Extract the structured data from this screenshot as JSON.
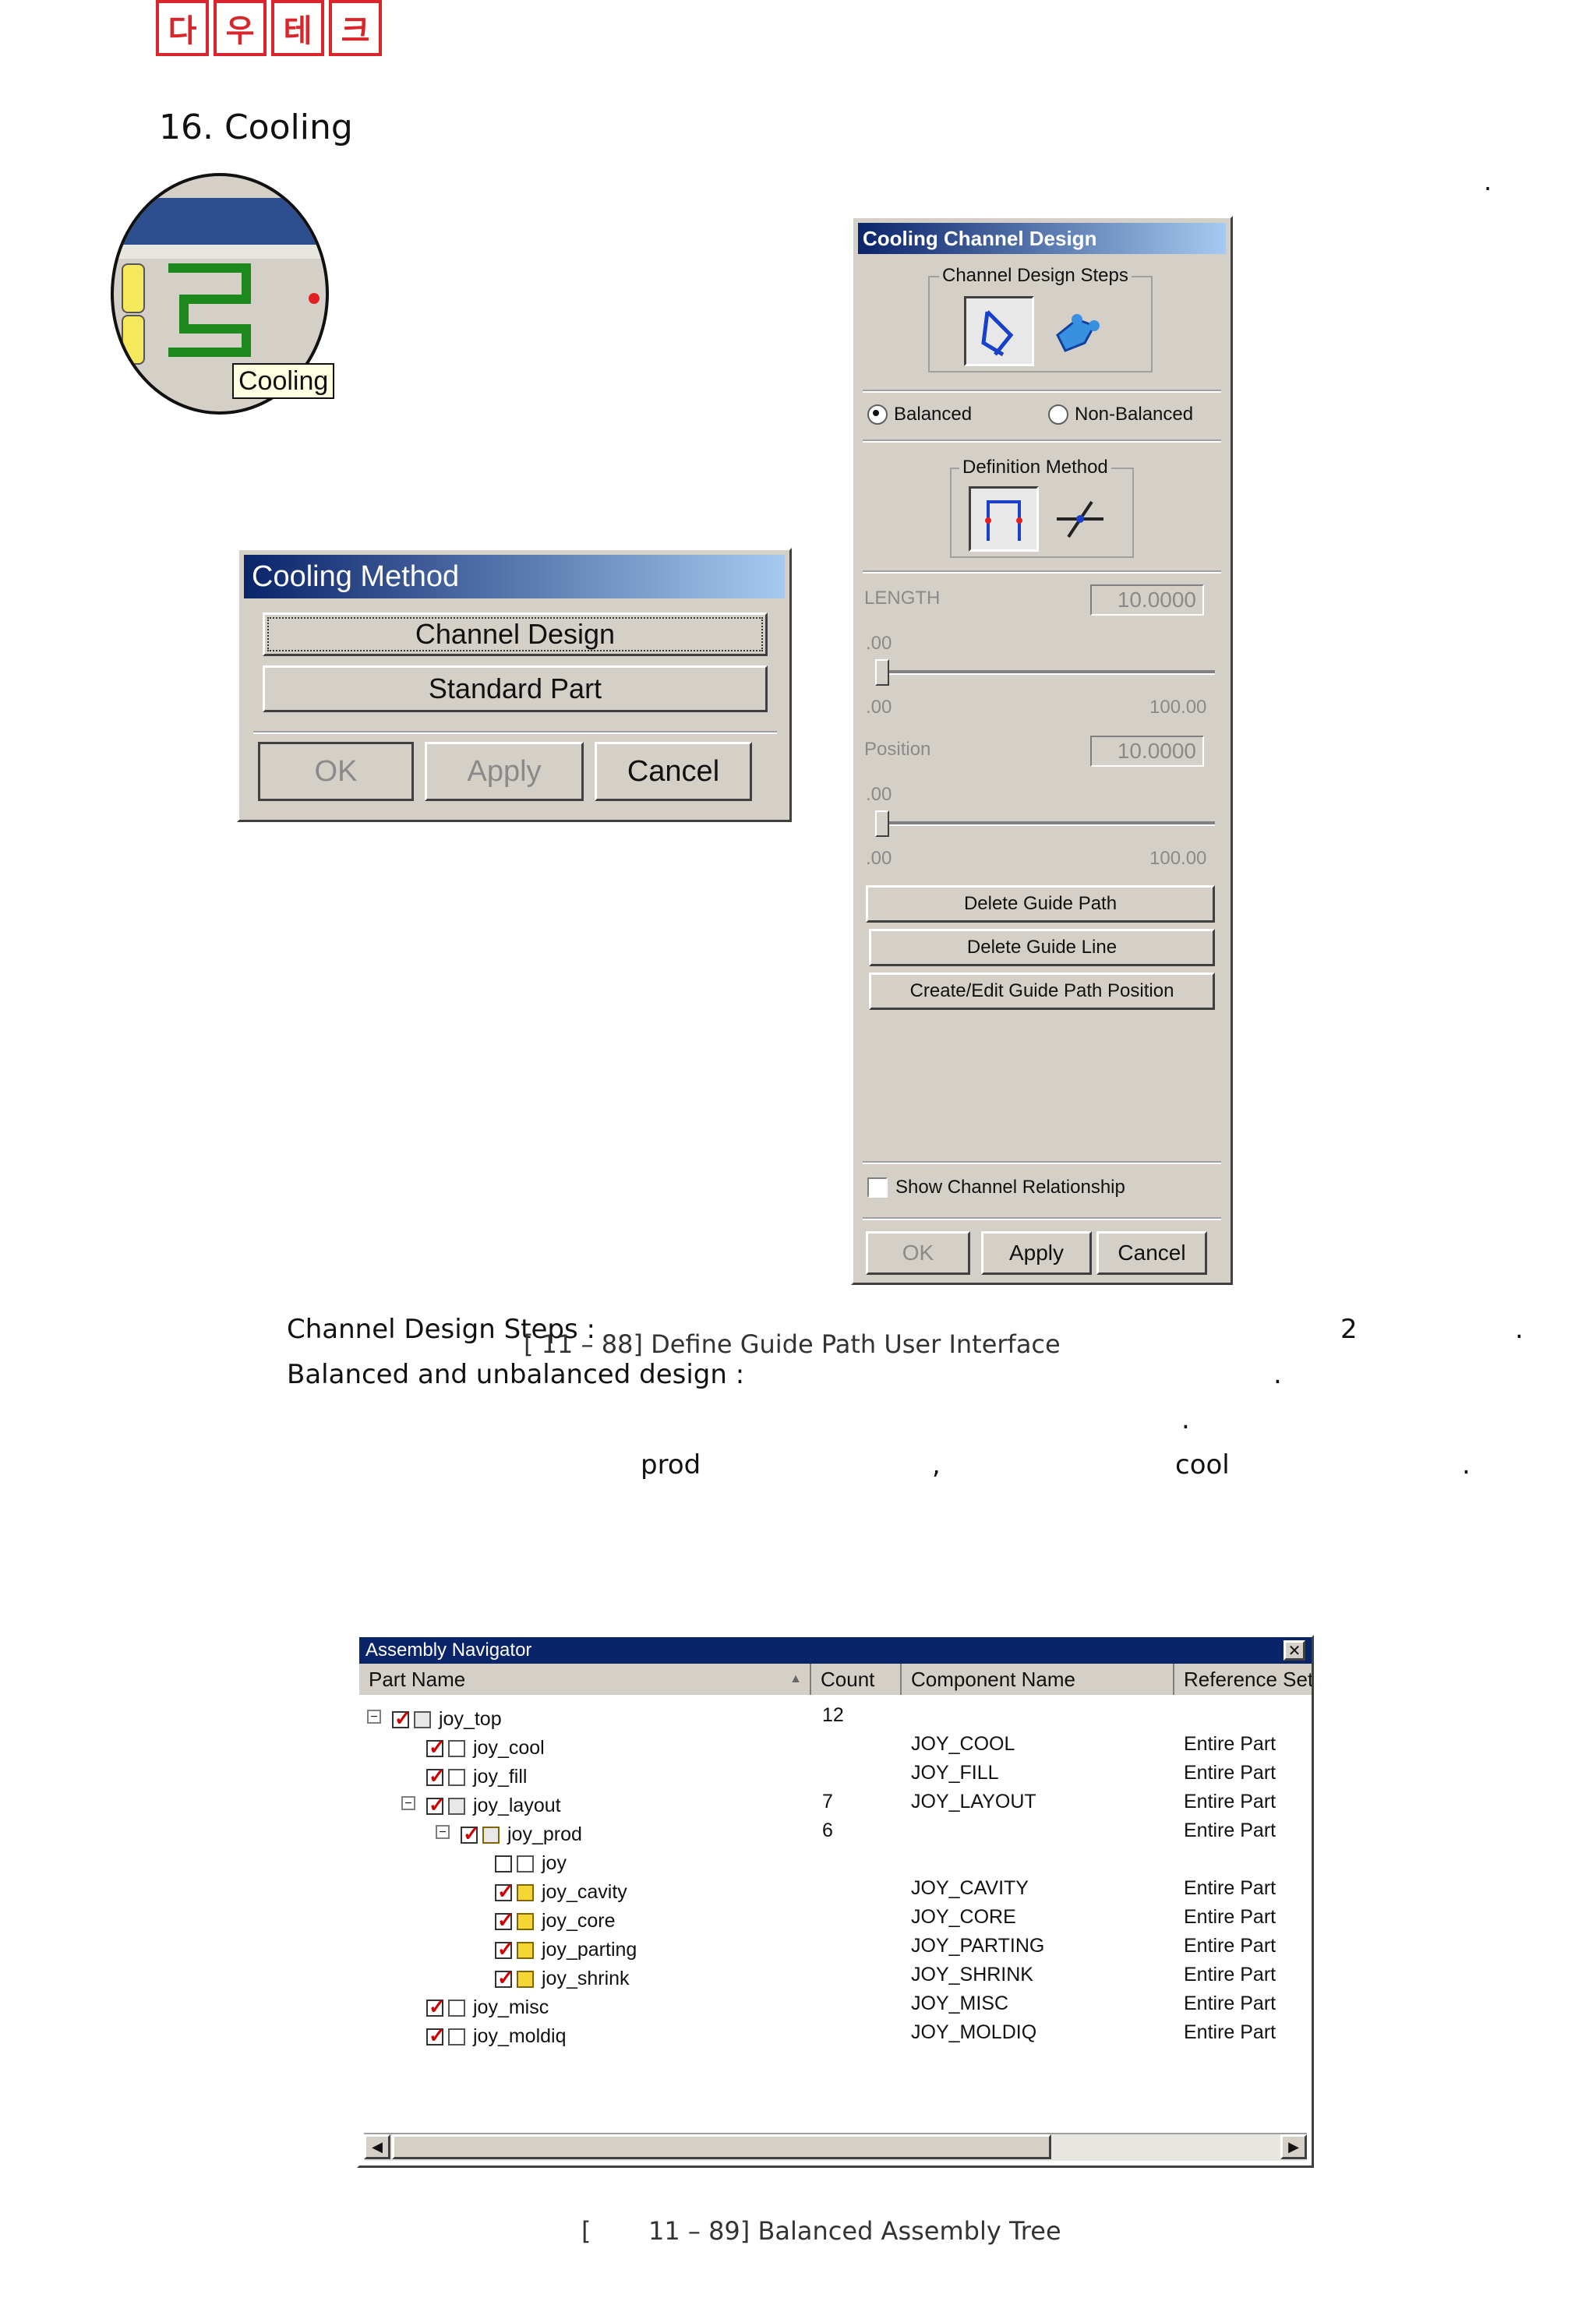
{
  "logo": {
    "chars": [
      "다",
      "우",
      "테",
      "크"
    ]
  },
  "section_title": "16. Cooling",
  "cooling_icon_tooltip": "Cooling",
  "cooling_method_dialog": {
    "title": "Cooling Method",
    "channel_design": "Channel Design",
    "standard_part": "Standard Part",
    "ok": "OK",
    "apply": "Apply",
    "cancel": "Cancel"
  },
  "channel_design_dialog": {
    "title": "Cooling Channel Design",
    "steps_group": "Channel Design Steps",
    "balanced": "Balanced",
    "non_balanced": "Non-Balanced",
    "definition_group": "Definition Method",
    "length_label": "LENGTH",
    "length_value": "10.0000",
    "length_slider_top": ".00",
    "length_min": ".00",
    "length_max": "100.00",
    "position_label": "Position",
    "position_value": "10.0000",
    "position_slider_top": ".00",
    "position_min": ".00",
    "position_max": "100.00",
    "delete_guide_path": "Delete Guide Path",
    "delete_guide_line": "Delete Guide Line",
    "create_edit": "Create/Edit Guide Path Position",
    "show_relationship": "Show Channel Relationship",
    "ok": "OK",
    "apply": "Apply",
    "cancel": "Cancel"
  },
  "body": {
    "line1_label": "Channel Design Steps :",
    "line1_num": "2",
    "line2_label": "Balanced and unbalanced design :",
    "line4_prod": "prod",
    "line4_comma": ",",
    "line4_cool": "cool"
  },
  "captions": {
    "fig88": "[   11 – 88]  Define Guide Path User Interface",
    "fig89_bracket": "[",
    "fig89": "11 – 89]  Balanced Assembly Tree"
  },
  "assembly_navigator": {
    "title": "Assembly Navigator",
    "columns": [
      "Part Name",
      "Count",
      "Component Name",
      "Reference Set"
    ],
    "rows": [
      {
        "name": "joy_top",
        "count": "12",
        "component": "",
        "refset": "",
        "checked": true
      },
      {
        "name": "joy_cool",
        "count": "",
        "component": "JOY_COOL",
        "refset": "Entire Part",
        "checked": true
      },
      {
        "name": "joy_fill",
        "count": "",
        "component": "JOY_FILL",
        "refset": "Entire Part",
        "checked": true
      },
      {
        "name": "joy_layout",
        "count": "7",
        "component": "JOY_LAYOUT",
        "refset": "Entire Part",
        "checked": true
      },
      {
        "name": "joy_prod",
        "count": "6",
        "component": "",
        "refset": "Entire Part",
        "checked": true
      },
      {
        "name": "joy",
        "count": "",
        "component": "",
        "refset": "",
        "checked": false
      },
      {
        "name": "joy_cavity",
        "count": "",
        "component": "JOY_CAVITY",
        "refset": "Entire Part",
        "checked": true
      },
      {
        "name": "joy_core",
        "count": "",
        "component": "JOY_CORE",
        "refset": "Entire Part",
        "checked": true
      },
      {
        "name": "joy_parting",
        "count": "",
        "component": "JOY_PARTING",
        "refset": "Entire Part",
        "checked": true
      },
      {
        "name": "joy_shrink",
        "count": "",
        "component": "JOY_SHRINK",
        "refset": "Entire Part",
        "checked": true
      },
      {
        "name": "joy_misc",
        "count": "",
        "component": "JOY_MISC",
        "refset": "Entire Part",
        "checked": true
      },
      {
        "name": "joy_moldiq",
        "count": "",
        "component": "JOY_MOLDIQ",
        "refset": "Entire Part",
        "checked": true
      }
    ]
  }
}
